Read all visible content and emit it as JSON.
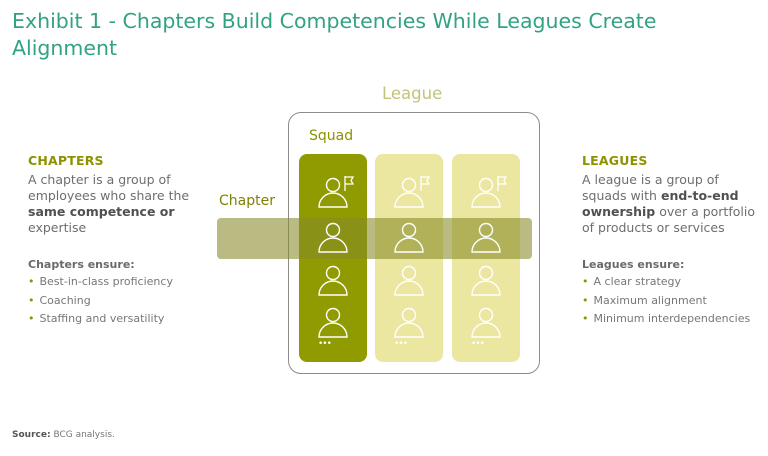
{
  "title": "Exhibit 1 - Chapters Build Competencies While Leagues Create Alignment",
  "left": {
    "heading": "CHAPTERS",
    "desc_plain": "A chapter is a group of employees who share the",
    "desc_bold": "same competence or",
    "desc_end": "expertise",
    "ensure_title": "Chapters ensure:",
    "bullets": [
      "Best-in-class proficiency",
      "Coaching",
      "Staffing and versatility"
    ]
  },
  "right": {
    "heading": "LEAGUES",
    "desc_plain": "A league is a group of squads with",
    "desc_bold": "end-to-end ownership",
    "desc_end": "over a portfolio of products or services",
    "ensure_title": "Leagues ensure:",
    "bullets": [
      "A clear strategy",
      "Maximum alignment",
      "Minimum interdependencies"
    ]
  },
  "diagram": {
    "league_label": "League",
    "squad_label": "Squad",
    "chapter_label": "Chapter",
    "more": "•••",
    "colors": {
      "squad_active": "#8f9b00",
      "squad_inactive": "#ebe7a0",
      "chapter_band": "#878a28"
    }
  },
  "source": {
    "label": "Source:",
    "text": "BCG analysis."
  }
}
